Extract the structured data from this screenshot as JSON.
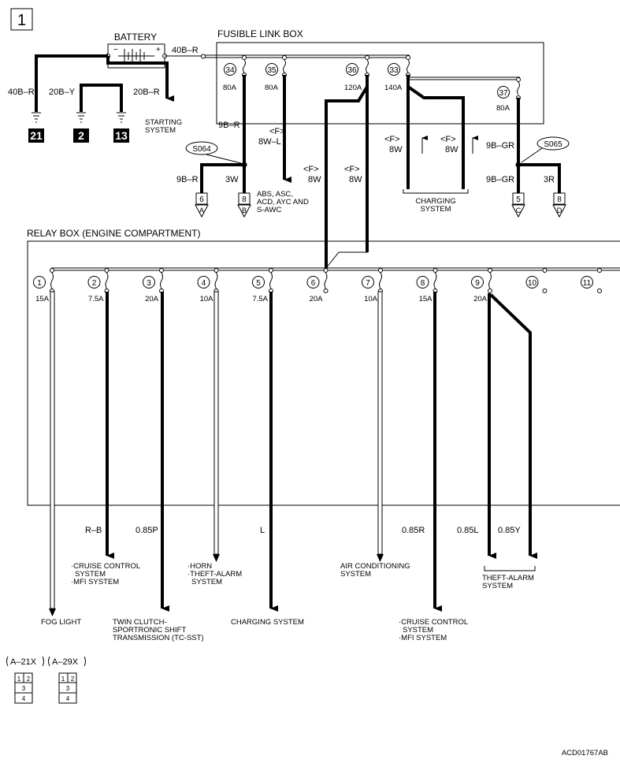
{
  "page_number": "1",
  "battery_label": "BATTERY",
  "fusible_link_box_label": "FUSIBLE LINK BOX",
  "relay_box_label": "RELAY BOX (ENGINE COMPARTMENT)",
  "ground_wires": {
    "left": "40B–R",
    "mid": "20B–Y",
    "right": "20B–R"
  },
  "ground_numbers": [
    "21",
    "2",
    "13"
  ],
  "battery_out_wire": "40B–R",
  "starting_system": [
    "STARTING",
    "SYSTEM"
  ],
  "fusible_links": [
    {
      "num": "34",
      "amp": "80A"
    },
    {
      "num": "35",
      "amp": "80A"
    },
    {
      "num": "36",
      "amp": "120A"
    },
    {
      "num": "33",
      "amp": "140A"
    },
    {
      "num": "37",
      "amp": "80A"
    }
  ],
  "splices": {
    "left": "S064",
    "right": "S065"
  },
  "wires": {
    "w9br_top": "9B–R",
    "w9br_left": "9B–R",
    "w3w": "3W",
    "f8wl_tag": "<F>",
    "f8wl": "8W–L",
    "f8w_a_tag": "<F>",
    "f8w_a": "8W",
    "f8w_b_tag": "<F>",
    "f8w_b": "8W",
    "f8w_c_tag": "<F>",
    "f8w_c": "8W",
    "f8w_d_tag": "<F>",
    "f8w_d": "8W",
    "w9bgr_top": "9B–GR",
    "w9bgr_left": "9B–GR",
    "w3r": "3R"
  },
  "abs_label": [
    "ABS, ASC,",
    "ACD, AYC AND",
    "S-AWC"
  ],
  "charging_system_top": [
    "CHARGING",
    "SYSTEM"
  ],
  "connectors": [
    {
      "pin": "6",
      "letter": "A"
    },
    {
      "pin": "8",
      "letter": "B"
    },
    {
      "pin": "5",
      "letter": "C"
    },
    {
      "pin": "8",
      "letter": "D"
    }
  ],
  "relay_fuses": [
    {
      "num": "1",
      "amp": "15A"
    },
    {
      "num": "2",
      "amp": "7.5A"
    },
    {
      "num": "3",
      "amp": "20A"
    },
    {
      "num": "4",
      "amp": "10A"
    },
    {
      "num": "5",
      "amp": "7.5A"
    },
    {
      "num": "6",
      "amp": "20A"
    },
    {
      "num": "7",
      "amp": "10A"
    },
    {
      "num": "8",
      "amp": "15A"
    },
    {
      "num": "9",
      "amp": "20A"
    },
    {
      "num": "10",
      "amp": ""
    },
    {
      "num": "11",
      "amp": ""
    }
  ],
  "out_wires": {
    "rb": "R–B",
    "p085": "0.85P",
    "l": "L",
    "r085": "0.85R",
    "l085": "0.85L",
    "y085": "0.85Y"
  },
  "dest": {
    "cruise1": [
      "·CRUISE CONTROL",
      "SYSTEM",
      "·MFI SYSTEM"
    ],
    "horn": [
      "·HORN",
      "·THEFT-ALARM",
      "SYSTEM"
    ],
    "aircon": [
      "AIR CONDITIONING",
      "SYSTEM"
    ],
    "theft": [
      "THEFT-ALARM",
      "SYSTEM"
    ],
    "fog": [
      "FOG LIGHT"
    ],
    "twin": [
      "TWIN CLUTCH-",
      "SPORTRONIC SHIFT",
      "TRANSMISSION (TC-SST)"
    ],
    "charging": [
      "CHARGING SYSTEM"
    ],
    "cruise2": [
      "·CRUISE CONTROL",
      "SYSTEM",
      "·MFI SYSTEM"
    ]
  },
  "connector_codes": [
    "A–21X",
    "A–29X"
  ],
  "connector_pins": {
    "p1": "1",
    "p2": "2",
    "p3": "3",
    "p4": "4"
  },
  "figure_code": "ACD01767AB"
}
